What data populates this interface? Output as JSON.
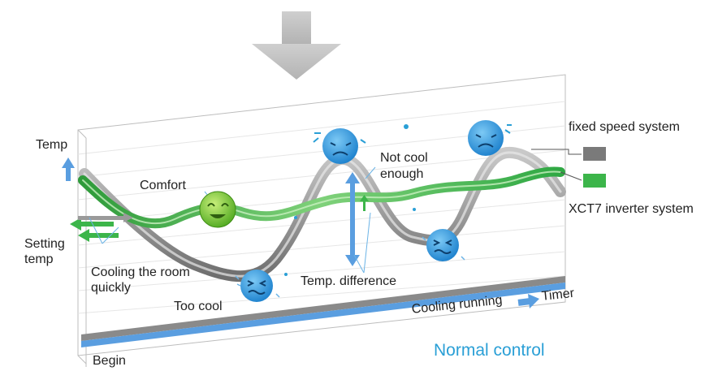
{
  "labels": {
    "temp": "Temp",
    "setting_temp_line1": "Setting",
    "setting_temp_line2": "temp",
    "comfort": "Comfort",
    "not_cool_line1": "Not cool",
    "not_cool_line2": "enough",
    "cooling_room_line1": "Cooling the room",
    "cooling_room_line2": "quickly",
    "too_cool": "Too cool",
    "temp_difference": "Temp. difference",
    "cooling_running": "Cooling running",
    "timer": "Timer",
    "begin": "Begin",
    "normal_control": "Normal control"
  },
  "legend": [
    {
      "label": "fixed speed system",
      "color": "#7a7a7a"
    },
    {
      "label": "XCT7 inverter system",
      "color": "#3cb54a"
    }
  ],
  "colors": {
    "accent_blue": "#2a9fd6",
    "grey_curve": "#8c8c8c",
    "green_curve": "#3cb54a",
    "face_blue": "#1f8fd8",
    "face_green": "#6cc02a"
  }
}
